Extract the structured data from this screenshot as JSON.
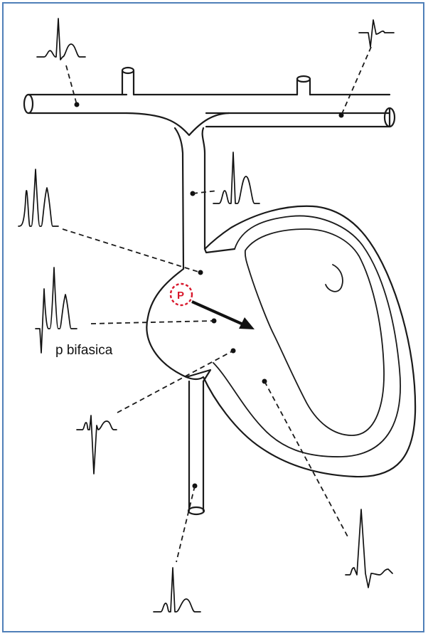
{
  "labels": {
    "biphasic_p": "p bifasica",
    "pacemaker_focus": "P"
  },
  "colors": {
    "frame_border": "#4f7fb8",
    "pacemaker_focus": "#d8182c",
    "line": "#1a1a1a"
  },
  "recording_sites": [
    "right-arm-vein",
    "left-arm-vein",
    "superior-vena-cava",
    "high-right-atrium",
    "mid-right-atrium",
    "low-right-atrium",
    "right-ventricle",
    "inferior-vena-cava"
  ]
}
